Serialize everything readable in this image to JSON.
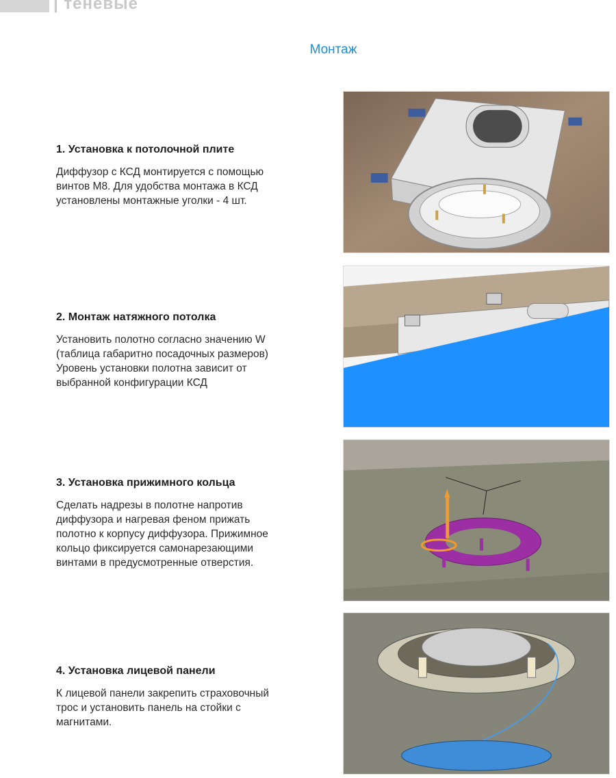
{
  "header": {
    "brand": "| теневые"
  },
  "page_title": "Монтаж",
  "steps": [
    {
      "title": "1. Установка к потолочной плите",
      "lines": [
        "Диффузор с КСД монтируется с помощью",
        "винтов М8. Для удобства монтажа в КСД",
        "установлены монтажные уголки - 4 шт."
      ],
      "image_icon": "ceiling-mount-illustration"
    },
    {
      "title": "2. Монтаж натяжного потолка",
      "lines": [
        "Установить полотно согласно значению W",
        "(таблица габаритно посадочных размеров)",
        "Уровень установки полотна зависит от",
        "выбранной конфигурации КСД"
      ],
      "image_icon": "stretch-ceiling-illustration"
    },
    {
      "title": "3. Установка прижимного кольца",
      "lines": [
        "Сделать надрезы в полотне напротив",
        "диффузора и нагревая феном прижать",
        "полотно к корпусу диффузора. Прижимное",
        "кольцо фиксируется самонарезающими",
        "винтами в предусмотренные отверстия."
      ],
      "image_icon": "clamp-ring-illustration"
    },
    {
      "title": "4. Установка лицевой панели",
      "lines": [
        "К лицевой панели закрепить страховочный",
        "трос и установить панель на стойки с",
        "магнитами."
      ],
      "image_icon": "front-panel-illustration"
    }
  ],
  "colors": {
    "accent": "#1b8fd0",
    "ceiling_blue": "#1e90ff",
    "ring_purple": "#9b2fa3"
  }
}
